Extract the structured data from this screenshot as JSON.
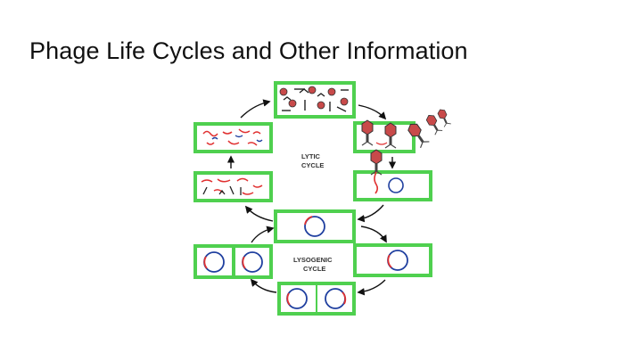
{
  "slide": {
    "title": "Phage Life Cycles and Other Information"
  },
  "diagram": {
    "lytic_label_line1": "LYTIC",
    "lytic_label_line2": "CYCLE",
    "lysogenic_label_line1": "LYSOGENIC",
    "lysogenic_label_line2": "CYCLE",
    "colors": {
      "cell_border": "#4fd04f",
      "dna_red": "#e03030",
      "dna_blue": "#1f3f9f",
      "arrow": "#111111"
    }
  }
}
